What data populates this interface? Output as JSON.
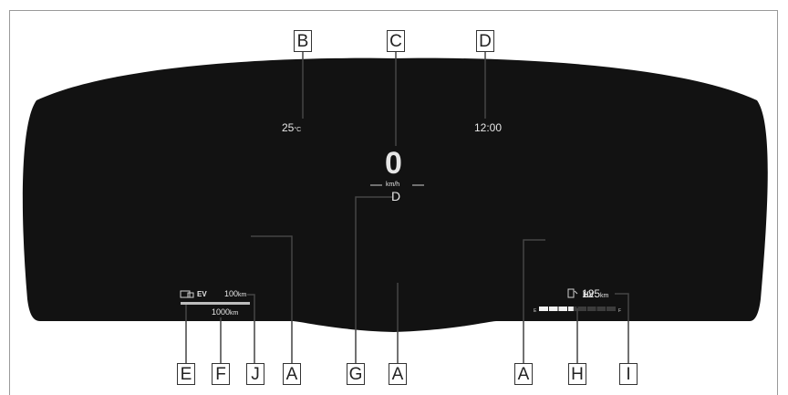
{
  "display": {
    "temperature": {
      "value": "25",
      "unit": "°C"
    },
    "clock": "12:00",
    "speed": {
      "value": "0",
      "unit": "km/h"
    },
    "shift_position": "D",
    "ev": {
      "label": "EV",
      "range": {
        "value": "100",
        "unit": "km"
      }
    },
    "total_range": {
      "value": "1000",
      "unit": "km"
    },
    "hv": {
      "label": "HV",
      "range": {
        "value": "125",
        "unit": "km"
      }
    },
    "fuel_level": 0.45
  },
  "callouts": {
    "a": "A",
    "b": "B",
    "c": "C",
    "d": "D",
    "e": "E",
    "f": "F",
    "g": "G",
    "h": "H",
    "i": "I",
    "j": "J"
  }
}
